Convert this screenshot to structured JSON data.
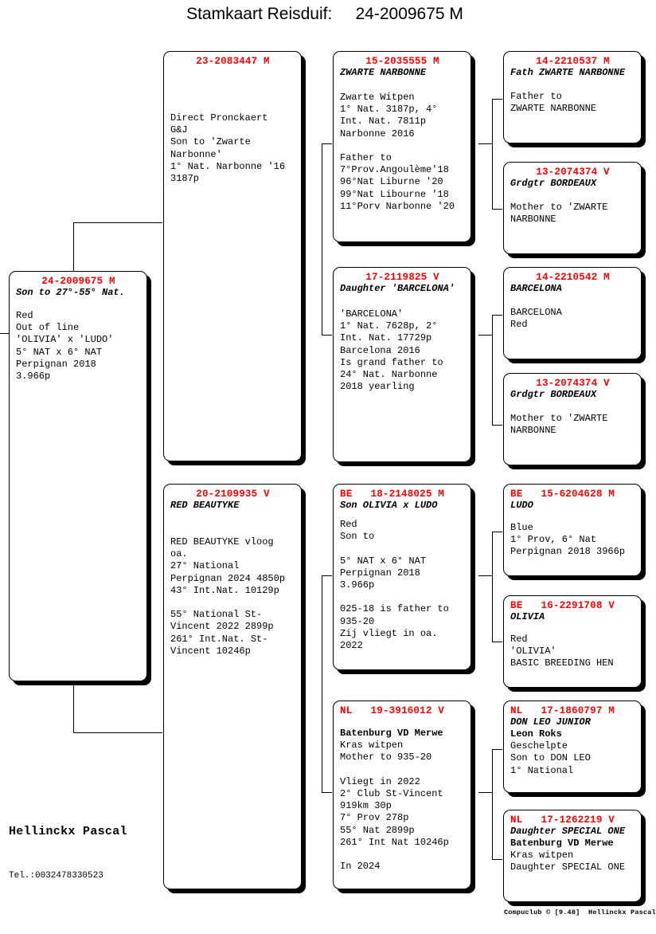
{
  "document": {
    "title": "Stamkaart Reisduif:     24-2009675 M",
    "owner_name": "Hellinckx Pascal",
    "owner_tel": "Tel.:0032478330523",
    "footer": "Compuclub © [9.48]  Hellinckx Pascal",
    "ring_color": "#ff0000",
    "text_color": "#000000",
    "background": "#ffffff"
  },
  "subject": {
    "ring": "24-2009675 M",
    "nick": "Son to 27°-55° Nat.",
    "body": "Red\nOut of line\n'OLIVIA' x 'LUDO'\n5° NAT x 6° NAT\nPerpignan 2018\n3.966p"
  },
  "generation1": [
    {
      "ring": "23-2083447 M",
      "nick": "",
      "body": "Direct Pronckaert\nG&J\nSon to 'Zwarte\nNarbonne'\n1° Nat. Narbonne '16\n3187p",
      "sex": "M"
    },
    {
      "ring": "20-2109935 V",
      "nick": "RED BEAUTYKE",
      "body": "RED BEAUTYKE vloog\noa.\n27° National\nPerpignan 2024 4850p\n43° Int.Nat. 10129p\n\n55° National St-\nVincent 2022 2899p\n261° Int.Nat. St-\nVincent 10246p",
      "sex": "V"
    }
  ],
  "generation2": [
    {
      "ring": "15-2035555 M",
      "nick": "ZWARTE NARBONNE",
      "body": "Zwarte Witpen\n1° Nat. 3187p, 4°\nInt. Nat. 7811p\nNarbonne 2016\n\nFather to\n7°Prov.Angoulème'18\n96°Nat Liburne '20\n99°Nat Libourne '18\n11°Porv Narbonne '20",
      "sex": "M"
    },
    {
      "ring": "17-2119825 V",
      "nick": "Daughter 'BARCELONA'",
      "body": "'BARCELONA'\n1° Nat. 7628p, 2°\nInt. Nat. 17729p\nBarcelona 2016\nIs grand father to\n24° Nat. Narbonne\n2018 yearling",
      "sex": "V"
    },
    {
      "prefix": "BE",
      "ring": "BE   18-2148025 M",
      "nick": "Son OLIVIA x LUDO",
      "body": "Red\nSon to\n\n5° NAT x 6° NAT\nPerpignan 2018\n3.966p\n\n025-18 is father to\n935-20\nZij vliegt in oa.\n2022",
      "sex": "M"
    },
    {
      "prefix": "NL",
      "ring": "NL   19-3916012 V",
      "nick": "",
      "body": "Batenburg VD Merwe\nKras witpen\nMother to 935-20\n\nVliegt in 2022\n2° Club St-Vincent\n919km 30p\n7° Prov 278p\n55° Nat 2899p\n261° Int Nat 10246p\n\nIn 2024",
      "bold_first_line": true,
      "sex": "V"
    }
  ],
  "generation3": [
    {
      "ring": "14-2210537 M",
      "nick": "Fath ZWARTE NARBONNE",
      "body": "Father to\nZWARTE NARBONNE",
      "sex": "M"
    },
    {
      "ring": "13-2074374 V",
      "nick": "Grdgtr BORDEAUX",
      "body": "Mother to 'ZWARTE\nNARBONNE",
      "sex": "V"
    },
    {
      "ring": "14-2210542 M",
      "nick": "BARCELONA",
      "body": "BARCELONA\nRed",
      "sex": "M"
    },
    {
      "ring": "13-2074374 V",
      "nick": "Grdgtr BORDEAUX",
      "body": "Mother to 'ZWARTE\nNARBONNE",
      "sex": "V"
    },
    {
      "prefix": "BE",
      "ring": "BE   15-6204628 M",
      "nick": "LUDO",
      "body": "Blue\n1° Prov, 6° Nat\nPerpignan 2018 3966p",
      "sex": "M"
    },
    {
      "prefix": "BE",
      "ring": "BE   16-2291708 V",
      "nick": "OLIVIA",
      "body": "Red\n'OLIVIA'\nBASIC BREEDING HEN",
      "sex": "V"
    },
    {
      "prefix": "NL",
      "ring": "NL   17-1860797 M",
      "nick": "DON LEO JUNIOR",
      "body": "Leon Roks\nGeschelpte\nSon to DON LEO\n1° National",
      "bold_first_line": true,
      "sex": "M"
    },
    {
      "prefix": "NL",
      "ring": "NL   17-1262219 V",
      "nick": "Daughter SPECIAL ONE",
      "body": "Batenburg VD Merwe\nKras witpen\nDaughter SPECIAL ONE",
      "bold_first_line": true,
      "sex": "V"
    }
  ]
}
